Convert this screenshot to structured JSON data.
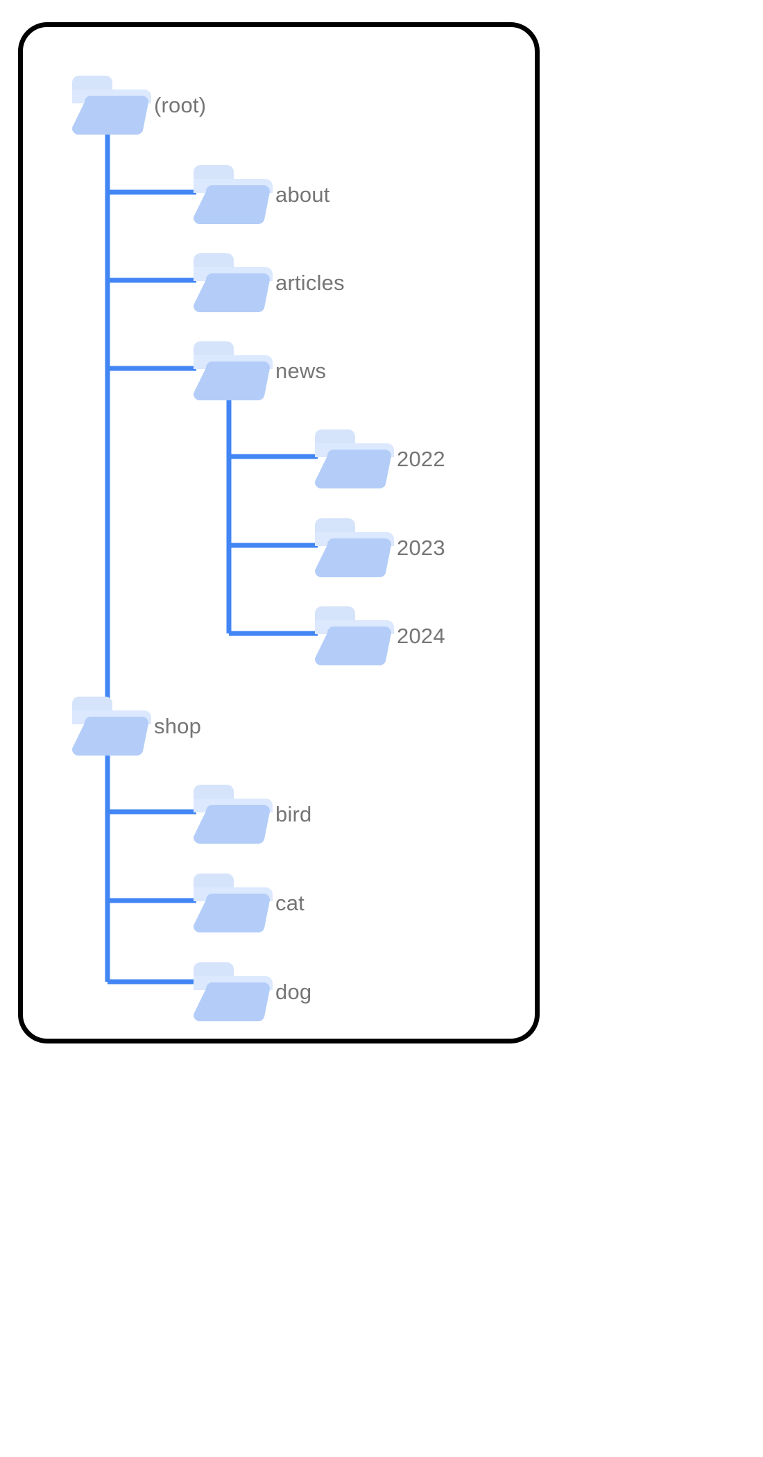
{
  "diagram": {
    "title": "folder-tree",
    "kind": "tree",
    "colors": {
      "border": "#000000",
      "background": "#ffffff",
      "link": "#4285f4",
      "label": "#757575",
      "folder_front": "#b3cdf8",
      "folder_mid": "#dbe8fd",
      "folder_back": "#d5e3fb"
    }
  },
  "nodes": {
    "root": {
      "label": "(root)",
      "depth": 0
    },
    "about": {
      "label": "about",
      "depth": 1
    },
    "articles": {
      "label": "articles",
      "depth": 1
    },
    "news": {
      "label": "news",
      "depth": 1
    },
    "y2022": {
      "label": "2022",
      "depth": 2
    },
    "y2023": {
      "label": "2023",
      "depth": 2
    },
    "y2024": {
      "label": "2024",
      "depth": 2
    },
    "shop": {
      "label": "shop",
      "depth": 1
    },
    "bird": {
      "label": "bird",
      "depth": 2
    },
    "cat": {
      "label": "cat",
      "depth": 2
    },
    "dog": {
      "label": "dog",
      "depth": 2
    }
  },
  "tree": [
    {
      "id": "root",
      "label": "(root)",
      "children": [
        {
          "id": "about",
          "label": "about",
          "children": []
        },
        {
          "id": "articles",
          "label": "articles",
          "children": []
        },
        {
          "id": "news",
          "label": "news",
          "children": [
            {
              "id": "y2022",
              "label": "2022",
              "children": []
            },
            {
              "id": "y2023",
              "label": "2023",
              "children": []
            },
            {
              "id": "y2024",
              "label": "2024",
              "children": []
            }
          ]
        },
        {
          "id": "shop",
          "label": "shop",
          "children": [
            {
              "id": "bird",
              "label": "bird",
              "children": []
            },
            {
              "id": "cat",
              "label": "cat",
              "children": []
            },
            {
              "id": "dog",
              "label": "dog",
              "children": []
            }
          ]
        }
      ]
    }
  ],
  "icons": {
    "folder": "folder-icon"
  }
}
